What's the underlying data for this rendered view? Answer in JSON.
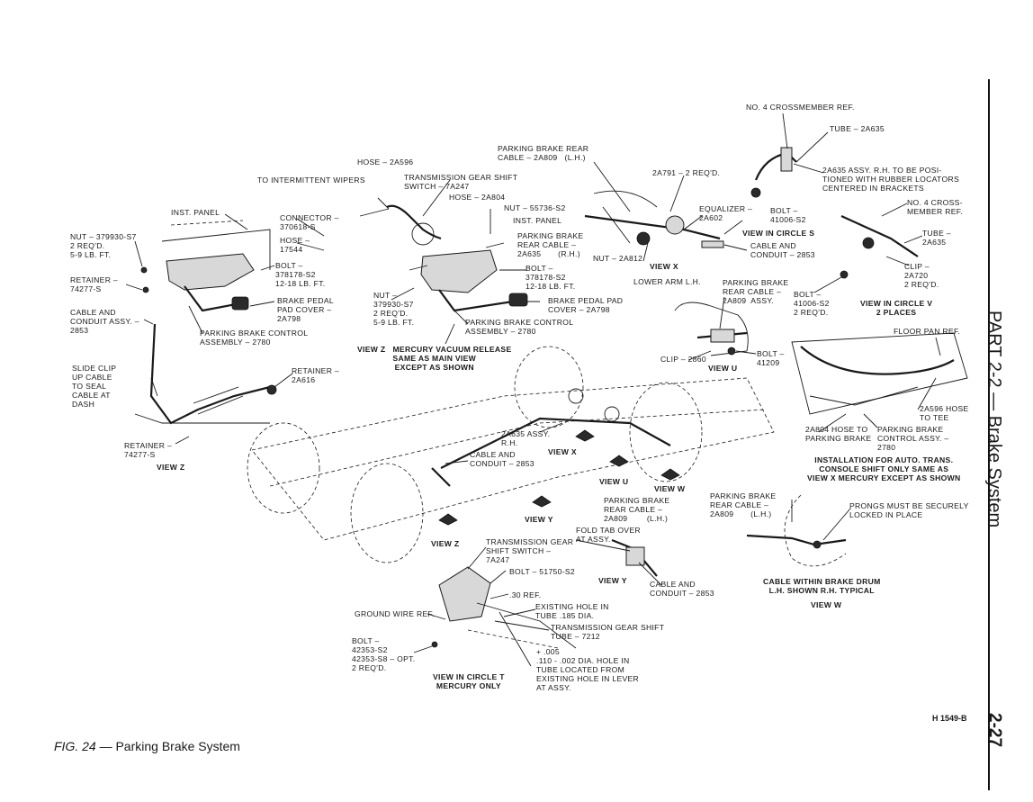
{
  "page": {
    "section_title": "PART 2-2 — Brake System",
    "page_number": "2-27",
    "figure_number": "FIG. 24",
    "figure_caption": "— Parking Brake System",
    "drawing_code": "H 1549-B"
  },
  "labels": {
    "inst_panel_left": "INST. PANEL",
    "nut_379930": "NUT – 379930-S7\n2 REQ'D.\n5-9 LB. FT.",
    "retainer_74277_upper": "RETAINER –\n74277-S",
    "cable_conduit_2853_left": "CABLE AND\nCONDUIT ASSY. –\n2853",
    "slide_clip": "SLIDE CLIP\nUP CABLE\nTO SEAL\nCABLE AT\nDASH",
    "retainer_74277_lower": "RETAINER –\n74277-S",
    "view_z_left": "VIEW Z",
    "hose_2a596_top": "HOSE – 2A596",
    "to_intermittent_wipers": "TO INTERMITTENT WIPERS",
    "connector_370618": "CONNECTOR –\n370618-S",
    "hose_17544": "HOSE –\n17544",
    "bolt_378178_left": "BOLT –\n378178-S2\n12-18 LB. FT.",
    "brake_pedal_pad_cover_left": "BRAKE PEDAL\nPAD COVER –\n2A798",
    "parking_brake_control_left": "PARKING BRAKE CONTROL\nASSEMBLY – 2780",
    "retainer_2a616": "RETAINER –\n2A616",
    "trans_gear_shift_switch_top": "TRANSMISSION GEAR SHIFT\nSWITCH – 7A247",
    "hose_2a804": "HOSE – 2A804",
    "nut_55736": "NUT – 55736-S2",
    "inst_panel_mid": "INST. PANEL",
    "parking_brake_rear_cable_rh": "PARKING BRAKE\nREAR CABLE –\n2A635       (R.H.)",
    "bolt_378178_mid": "BOLT –\n378178-S2\n12-18 LB. FT.",
    "nut_379930_mid": "NUT –\n379930-S7\n2 REQ'D.\n5-9 LB. FT.",
    "brake_pedal_pad_cover_mid": "BRAKE PEDAL PAD\nCOVER – 2A798",
    "parking_brake_control_mid": "PARKING BRAKE CONTROL\nASSEMBLY – 2780",
    "view_z_mercury": "VIEW Z   MERCURY VACUUM RELEASE\nSAME AS MAIN VIEW\nEXCEPT AS SHOWN",
    "parking_brake_rear_cable_lh_top": "PARKING BRAKE REAR\nCABLE – 2A809   (L.H.)",
    "ref_2a791": "2A791 – 2 REQ'D.",
    "equalizer": "EQUALIZER –\n2A602",
    "bolt_41006_s": "BOLT –\n41006-S2",
    "view_in_circle_s": "VIEW IN CIRCLE S",
    "nut_2a812": "NUT – 2A812",
    "cable_conduit_2853_s": "CABLE AND\nCONDUIT – 2853",
    "view_x_top": "VIEW X",
    "no4_crossmember_ref_top": "NO. 4 CROSSMEMBER REF.",
    "tube_2a635_top": "TUBE – 2A635",
    "ref_2a635_assy": "2A635 ASSY. R.H. TO BE POSI-\nTIONED WITH RUBBER LOCATORS\nCENTERED IN BRACKETS",
    "no4_crossmember_ref_mid": "NO. 4 CROSS-\nMEMBER REF.",
    "tube_2a635_mid": "TUBE –\n2A635",
    "clip_2a720": "CLIP –\n2A720\n2 REQ'D.",
    "bolt_41006_v": "BOLT –\n41006-S2\n2 REQ'D.",
    "view_in_circle_v": "VIEW IN CIRCLE V\n2 PLACES",
    "lower_arm_lh": "LOWER ARM L.H.",
    "parking_brake_rear_cable_2a809_assy": "PARKING BRAKE\nREAR CABLE –\n2A809  ASSY.",
    "clip_2860": "CLIP – 2860",
    "bolt_41209": "BOLT –\n41209",
    "view_u_top": "VIEW U",
    "floor_pan_ref": "FLOOR PAN REF.",
    "hose_2a596_to_tee": "2A596 HOSE\nTO TEE",
    "hose_2a804_to_pb": "2A804 HOSE TO\nPARKING BRAKE",
    "pb_control_assy_2780": "PARKING BRAKE\nCONTROL ASSY. –\n2780",
    "install_auto_trans": "INSTALLATION FOR AUTO. TRANS.\nCONSOLE SHIFT ONLY SAME AS\nVIEW X MERCURY EXCEPT AS SHOWN",
    "ref_2a635_assy_rh": "2A635 ASSY.\nR.H.",
    "cable_conduit_2853_main": "CABLE AND\nCONDUIT – 2853",
    "view_x_main": "VIEW X",
    "view_u_main": "VIEW U",
    "view_w_main": "VIEW W",
    "parking_brake_rear_cable_lh_main": "PARKING BRAKE\nREAR CABLE –\n2A809        (L.H.)",
    "view_y_main": "VIEW Y",
    "view_z_main": "VIEW Z",
    "pb_rear_cable_lh_w": "PARKING BRAKE\nREAR CABLE –\n2A809       (L.H.)",
    "prongs_locked": "PRONGS MUST BE SECURELY\nLOCKED IN PLACE",
    "cable_within_drum": "CABLE WITHIN BRAKE DRUM\nL.H. SHOWN R.H. TYPICAL",
    "view_w": "VIEW W",
    "trans_gear_shift_switch_t": "TRANSMISSION GEAR\nSHIFT SWITCH –\n7A247",
    "bolt_51750": "BOLT – 51750-S2",
    "ref_30": ".30 REF.",
    "ground_wire_ref": "GROUND WIRE REF.",
    "existing_hole_185": "EXISTING HOLE IN\nTUBE .185 DIA.",
    "trans_gear_shift_tube": "TRANSMISSION GEAR SHIFT\nTUBE – 7212",
    "bolt_42353": "BOLT –\n42353-S2\n42353-S8 – OPT.\n2 REQ'D.",
    "hole_110": "+ .005\n.110 - .002 DIA. HOLE IN\nTUBE LOCATED FROM\nEXISTING HOLE IN LEVER\nAT ASSY.",
    "view_in_circle_t": "VIEW IN CIRCLE T\nMERCURY ONLY",
    "fold_tab_over": "FOLD TAB OVER\nAT ASSY.",
    "view_y": "VIEW Y",
    "cable_conduit_2853_y": "CABLE AND\nCONDUIT – 2853"
  }
}
